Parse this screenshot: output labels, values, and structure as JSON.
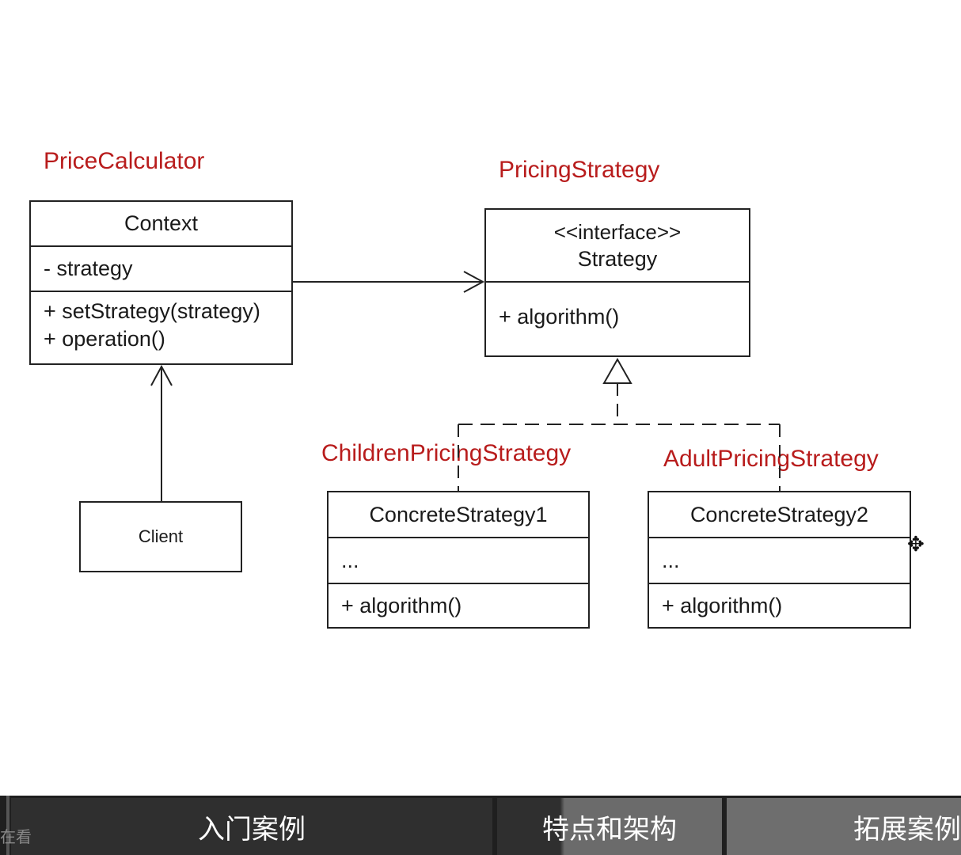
{
  "labels": {
    "price_calculator": "PriceCalculator",
    "pricing_strategy": "PricingStrategy",
    "children_pricing_strategy": "ChildrenPricingStrategy",
    "adult_pricing_strategy": "AdultPricingStrategy"
  },
  "context": {
    "title": "Context",
    "attribute": "- strategy",
    "operations": [
      "+ setStrategy(strategy)",
      "+ operation()"
    ]
  },
  "strategy": {
    "stereotype": "<<interface>>",
    "title": "Strategy",
    "operation": "+ algorithm()"
  },
  "concrete1": {
    "title": "ConcreteStrategy1",
    "attribute": "...",
    "operation": "+ algorithm()"
  },
  "concrete2": {
    "title": "ConcreteStrategy2",
    "attribute": "...",
    "operation": "+ algorithm()"
  },
  "client": {
    "title": "Client"
  },
  "tabs": [
    "入门案例",
    "特点和架构",
    "拓展案例"
  ],
  "hint": "在看",
  "icons": {
    "cursor": "move-cursor-icon"
  },
  "colors": {
    "label_red": "#b81c1c",
    "tab_bg": "#1f1f1f",
    "tab_active": "#2f2f2f"
  }
}
